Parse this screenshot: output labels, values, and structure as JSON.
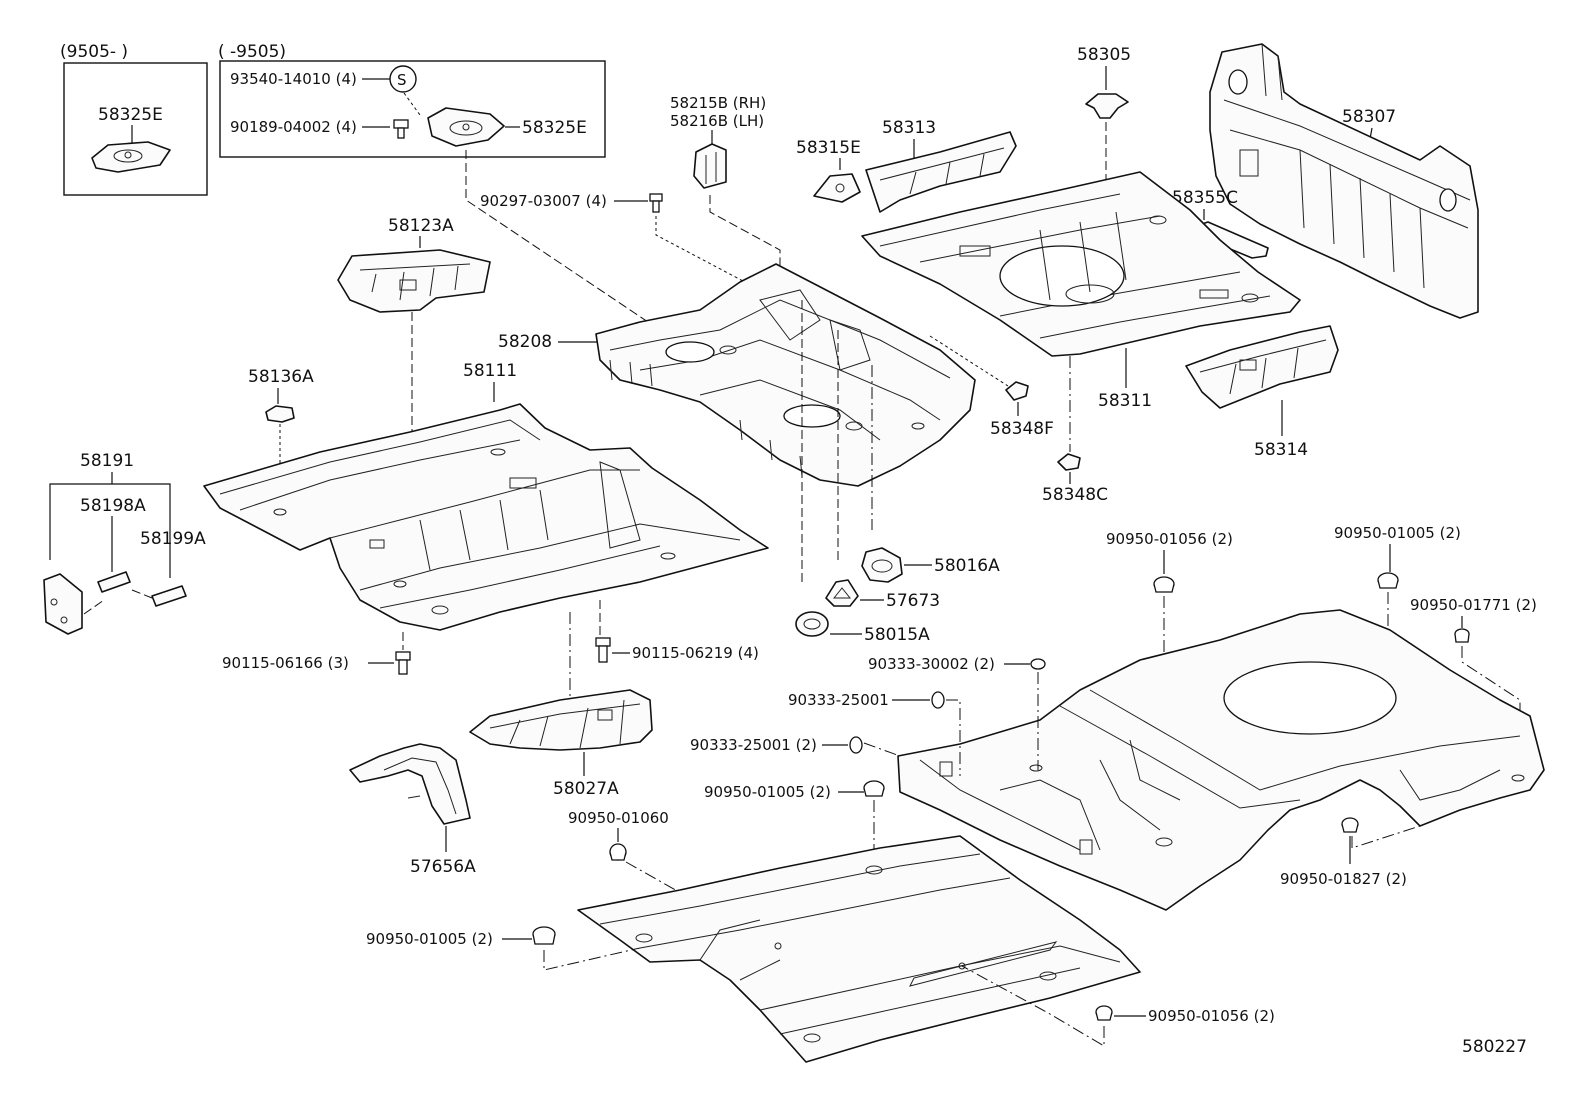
{
  "date_ranges": {
    "left": "(9505-        )",
    "right": "(        -9505)"
  },
  "labels": {
    "p58325E_inset": "58325E",
    "p93540": "93540-14010 (4)",
    "s_mark": "S",
    "p90189": "90189-04002 (4)",
    "p58325E": "58325E",
    "p58215B": "58215B (RH)",
    "p58216B": "58216B (LH)",
    "p90297": "90297-03007 (4)",
    "p58123A": "58123A",
    "p58208": "58208",
    "p58136A": "58136A",
    "p58111": "58111",
    "p58191": "58191",
    "p58198A": "58198A",
    "p58199A": "58199A",
    "p90115_06166": "90115-06166 (3)",
    "p90115_06219": "90115-06219 (4)",
    "p58027A": "58027A",
    "p57656A": "57656A",
    "p58305": "58305",
    "p58313": "58313",
    "p58315E": "58315E",
    "p58307": "58307",
    "p58355C": "58355C",
    "p58311": "58311",
    "p58314": "58314",
    "p58348F": "58348F",
    "p58348C": "58348C",
    "p58016A": "58016A",
    "p57673": "57673",
    "p58015A": "58015A",
    "p90950_01056_top": "90950-01056 (2)",
    "p90950_01005_top": "90950-01005 (2)",
    "p90950_01771": "90950-01771 (2)",
    "p90333_30002": "90333-30002 (2)",
    "p90333_25001": "90333-25001",
    "p90333_25001_2": "90333-25001 (2)",
    "p90950_01005_mid": "90950-01005 (2)",
    "p90950_01060": "90950-01060",
    "p90950_01827": "90950-01827 (2)",
    "p90950_01005_bot": "90950-01005 (2)",
    "p90950_01056_bot": "90950-01056 (2)",
    "diagram_id": "580227"
  }
}
